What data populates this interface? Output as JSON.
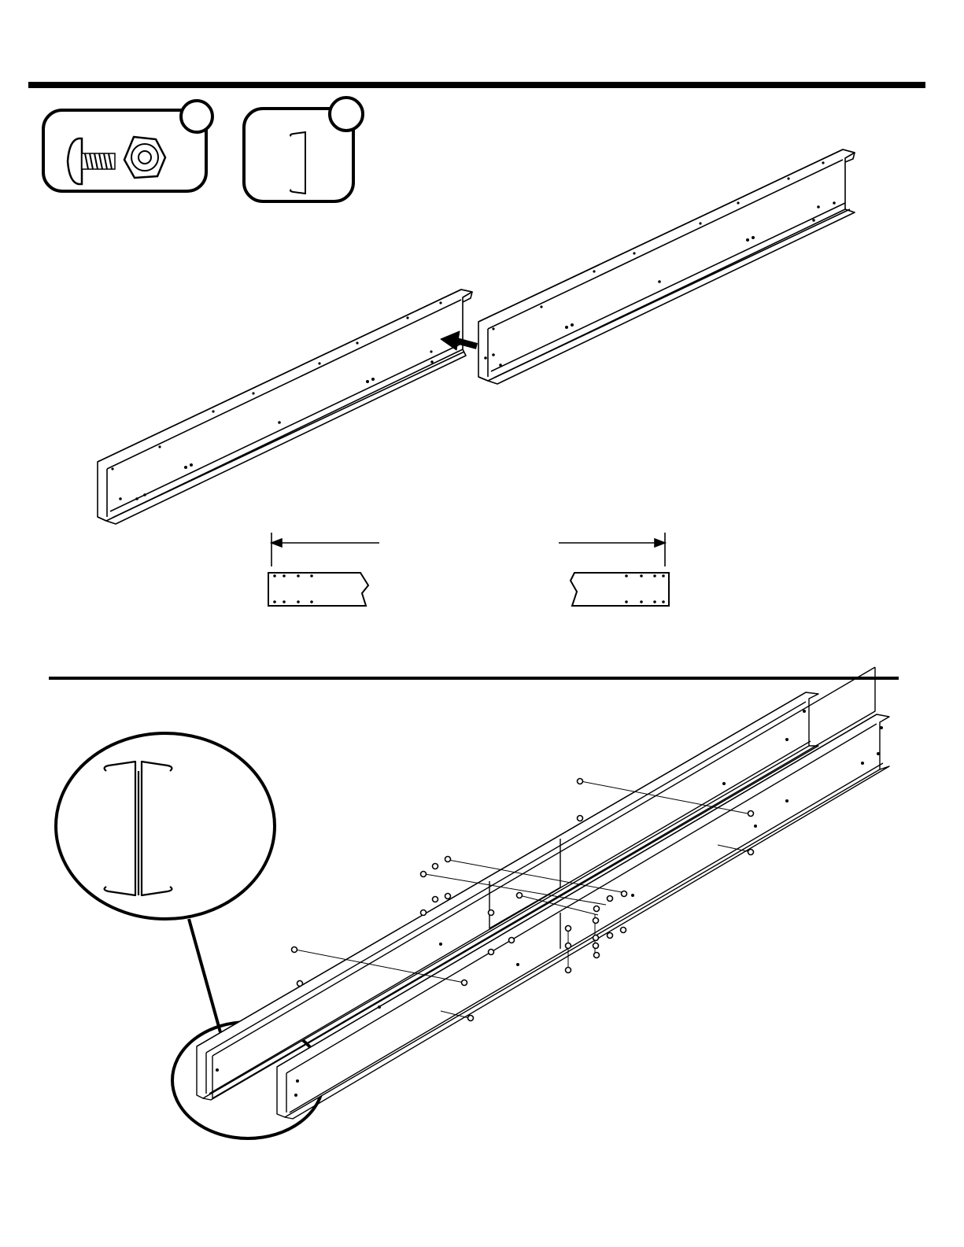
{
  "page": {
    "step_one": {
      "parts": [
        {
          "icon": "bolt-and-nut-icon",
          "callout": ""
        },
        {
          "icon": "c-channel-profile-icon",
          "callout": ""
        }
      ],
      "rails": [
        "left-c-channel-rail",
        "right-c-channel-rail"
      ],
      "direction": "arrow-slide-together-icon"
    },
    "end_detail": {
      "pieces": [
        "rail-end-left",
        "rail-end-right"
      ]
    },
    "step_two": {
      "detail": "back-to-back-i-beam-detail-icon",
      "assembly": "double-rail-bolted-assembly"
    },
    "colors": {
      "line": "#000000",
      "background": "#ffffff"
    }
  }
}
